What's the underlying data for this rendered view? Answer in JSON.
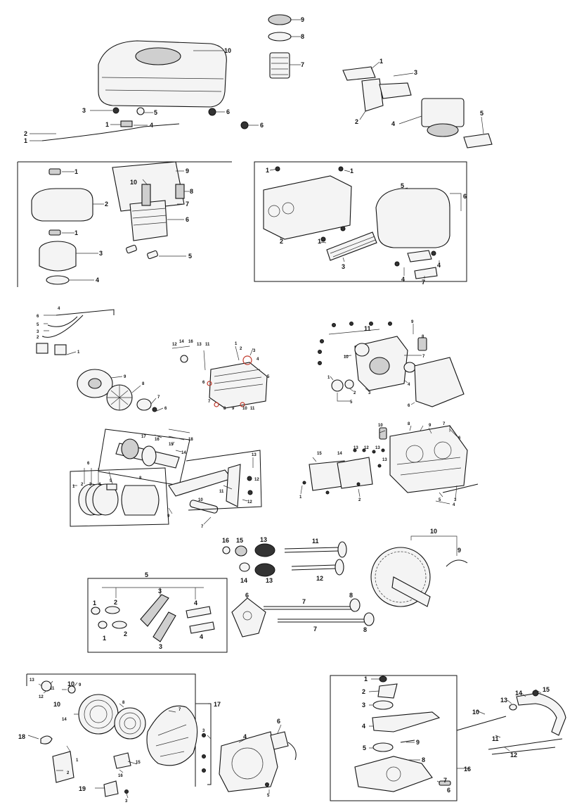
{
  "groups": {
    "fuel_tank": {
      "labels": [
        "10",
        "9",
        "8",
        "7",
        "3",
        "5",
        "6",
        "1",
        "4",
        "2",
        "1",
        "6"
      ]
    },
    "carburetor": {
      "labels": [
        "1",
        "3",
        "2",
        "4",
        "5"
      ]
    },
    "air_cleaner": {
      "labels": [
        "1",
        "2",
        "1",
        "3",
        "4"
      ]
    },
    "cylinder": {
      "labels": [
        "9",
        "10",
        "8",
        "7",
        "6",
        "5"
      ]
    },
    "muffler": {
      "labels": [
        "1",
        "1",
        "2",
        "1",
        "5",
        "6",
        "3",
        "4",
        "7",
        "4"
      ]
    },
    "ignition": {
      "labels": [
        "6",
        "5",
        "4",
        "3",
        "2",
        "1",
        "9",
        "8",
        "7",
        "6"
      ]
    },
    "head_small": {
      "labels": [
        "12",
        "14",
        "16",
        "13",
        "11",
        "1",
        "2",
        "3",
        "4",
        "5",
        "6",
        "7",
        "8",
        "9",
        "10",
        "11"
      ]
    },
    "crankcase_cover": {
      "labels": [
        "11",
        "9",
        "8",
        "7",
        "10",
        "1",
        "2",
        "3",
        "4",
        "5",
        "6"
      ]
    },
    "crankshaft_piston": {
      "labels": [
        "17",
        "16",
        "15",
        "14",
        "18",
        "6",
        "1",
        "2",
        "3",
        "4",
        "5",
        "13",
        "11",
        "12",
        "10",
        "12",
        "8",
        "9",
        "7"
      ]
    },
    "cylinder_head": {
      "labels": [
        "10",
        "13",
        "12",
        "13",
        "15",
        "14",
        "13",
        "8",
        "7",
        "9",
        "6",
        "1",
        "2",
        "5",
        "4",
        "3"
      ]
    },
    "valves": {
      "labels": [
        "16",
        "15",
        "13",
        "11",
        "14",
        "13",
        "12"
      ]
    },
    "camshaft": {
      "labels": [
        "10",
        "9"
      ]
    },
    "rocker": {
      "labels": [
        "5",
        "1",
        "2",
        "3",
        "4",
        "1",
        "2",
        "3",
        "4"
      ]
    },
    "pushrods": {
      "labels": [
        "6",
        "7",
        "8",
        "7",
        "8"
      ]
    },
    "recoil_starter": {
      "labels": [
        "13",
        "12",
        "11",
        "10",
        "9",
        "10",
        "8",
        "14",
        "7",
        "17",
        "18",
        "1",
        "2",
        "15",
        "16",
        "3",
        "4",
        "5",
        "6",
        "19",
        "3"
      ]
    },
    "governor": {
      "labels": [
        "1",
        "2",
        "3",
        "4",
        "9",
        "5",
        "8",
        "7",
        "6",
        "16",
        "10",
        "13",
        "14",
        "15",
        "11",
        "12"
      ]
    }
  }
}
